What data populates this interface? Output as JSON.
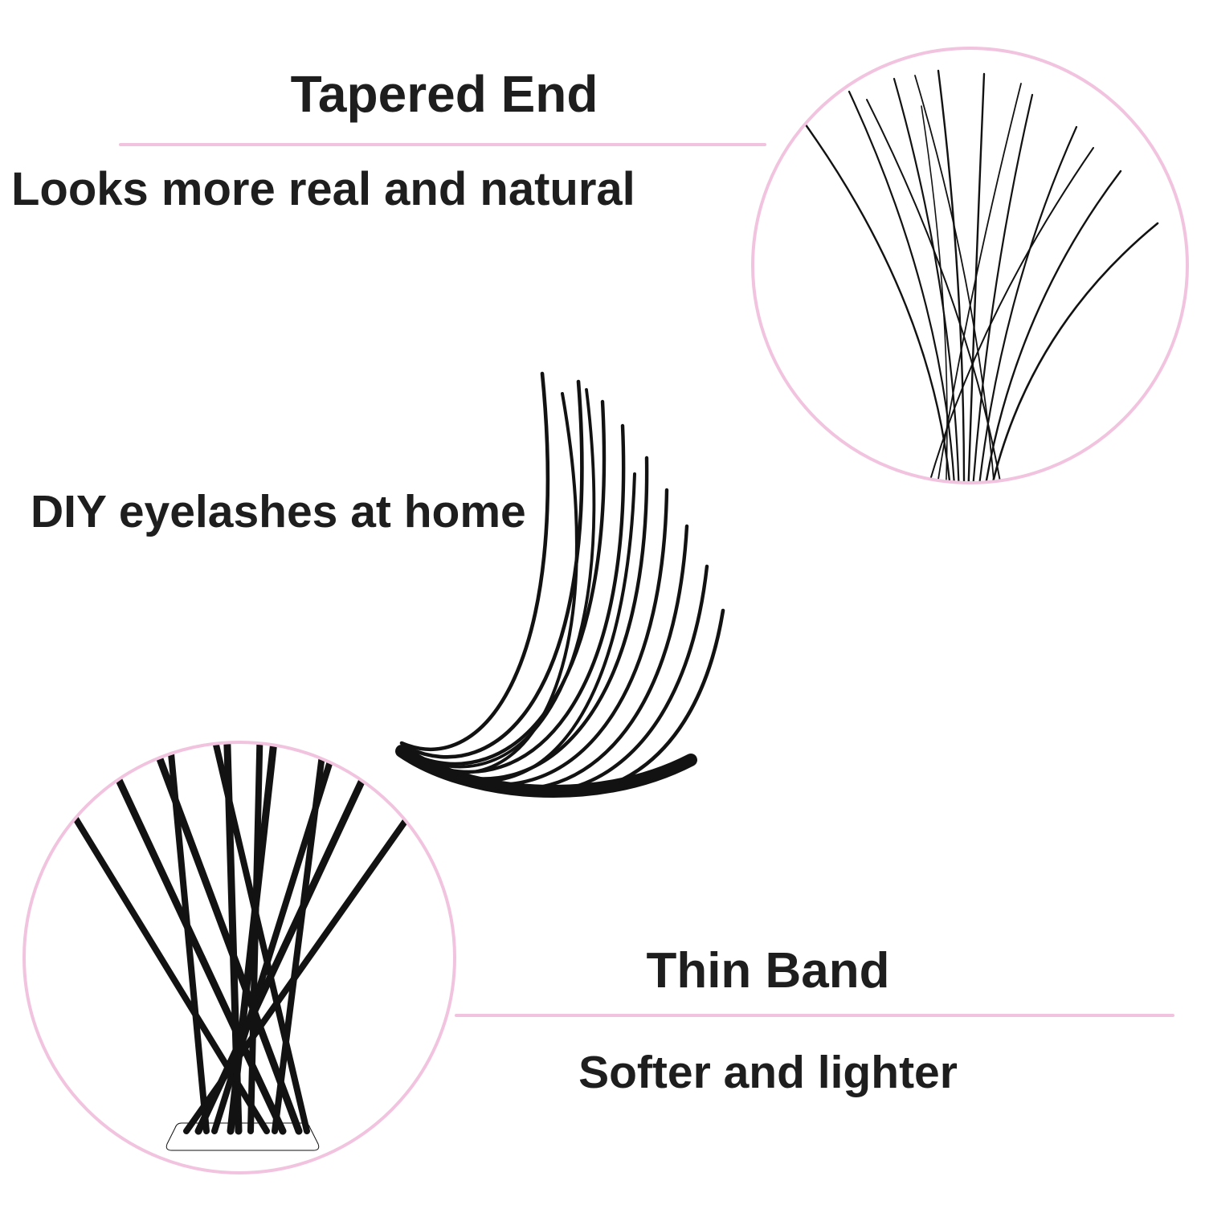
{
  "theme": {
    "background": "#ffffff",
    "accent_pink": "#f2c3de",
    "text_color": "#1e1e1e",
    "lash_black": "#121212"
  },
  "sections": {
    "tapered_end": {
      "title": "Tapered End",
      "subtitle": "Looks more real and natural"
    },
    "diy": {
      "label": "DIY eyelashes at home"
    },
    "thin_band": {
      "title": "Thin Band",
      "subtitle": "Softer and lighter"
    }
  },
  "illustrations": {
    "tapered_zoom": "tapered-lash-tips-zoom-circle",
    "lash_cluster": "eyelash-cluster-photo",
    "band_zoom": "thin-band-zoom-circle"
  }
}
